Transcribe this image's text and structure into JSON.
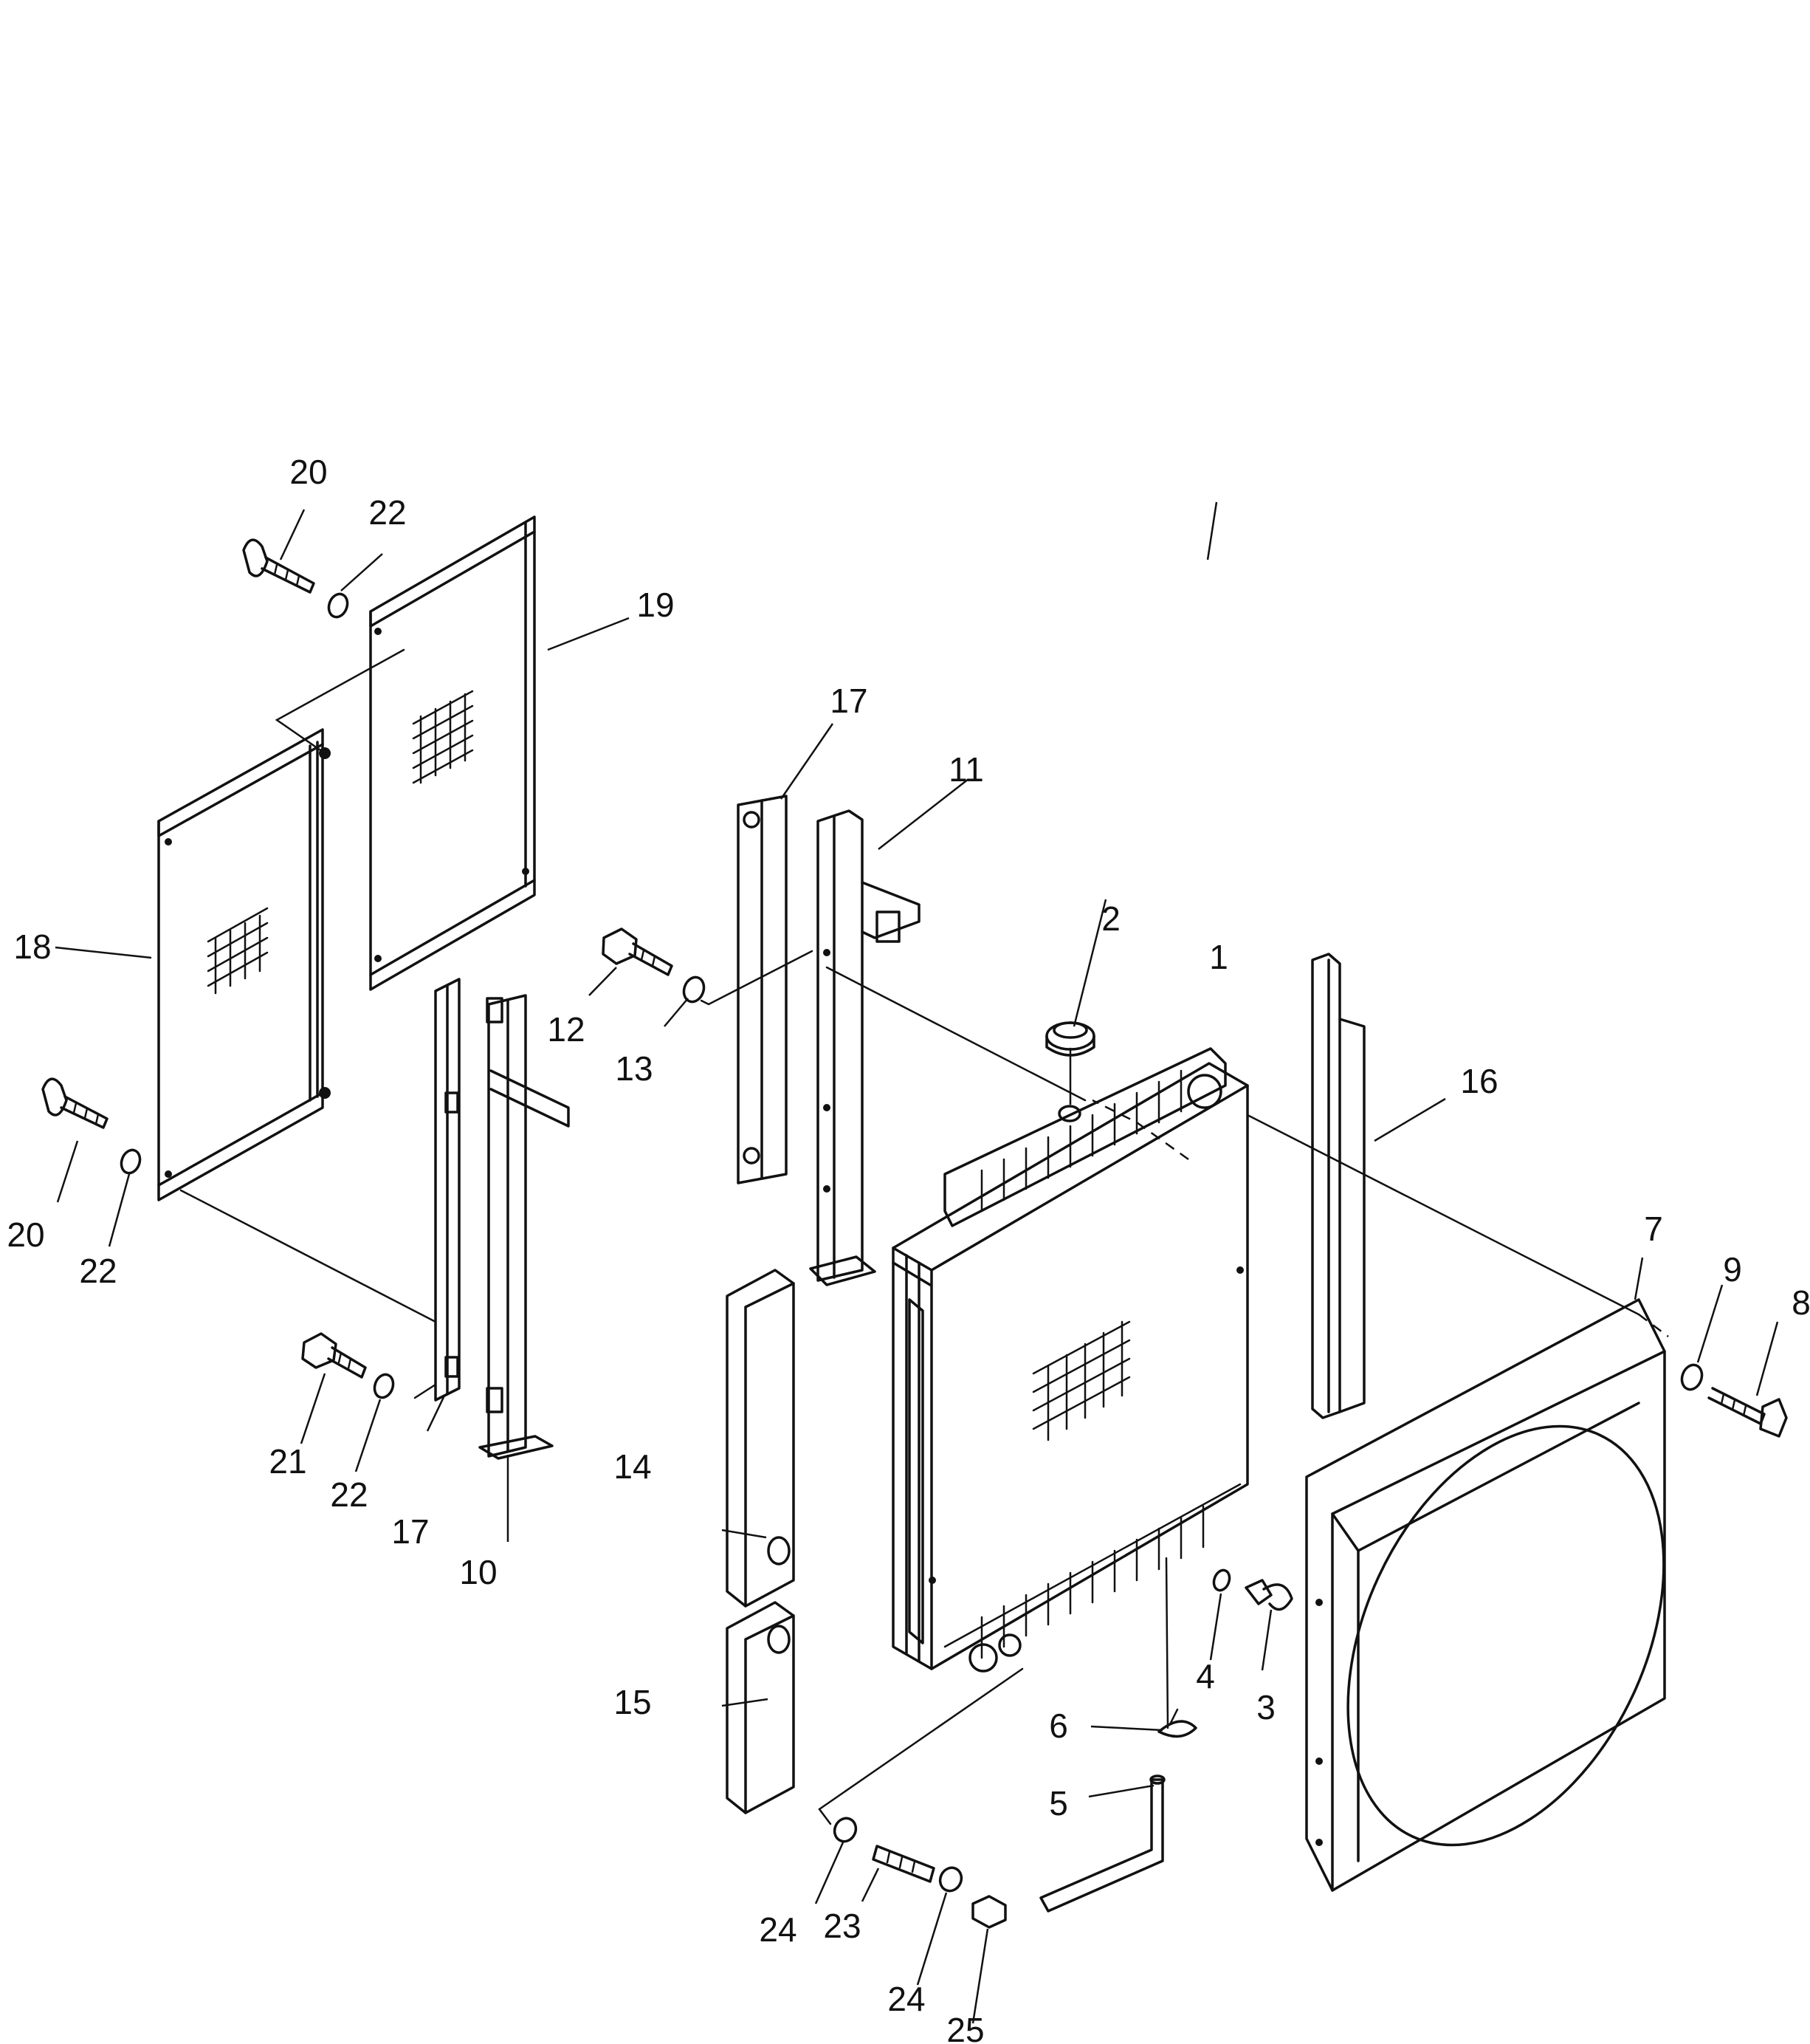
{
  "callouts": [
    {
      "id": "c1",
      "label": "1"
    },
    {
      "id": "c2",
      "label": "2"
    },
    {
      "id": "c3",
      "label": "3"
    },
    {
      "id": "c4",
      "label": "4"
    },
    {
      "id": "c5",
      "label": "5"
    },
    {
      "id": "c6",
      "label": "6"
    },
    {
      "id": "c7",
      "label": "7"
    },
    {
      "id": "c8",
      "label": "8"
    },
    {
      "id": "c9",
      "label": "9"
    },
    {
      "id": "c10",
      "label": "10"
    },
    {
      "id": "c11",
      "label": "11"
    },
    {
      "id": "c12",
      "label": "12"
    },
    {
      "id": "c13",
      "label": "13"
    },
    {
      "id": "c14",
      "label": "14"
    },
    {
      "id": "c15",
      "label": "15"
    },
    {
      "id": "c16",
      "label": "16"
    },
    {
      "id": "c17a",
      "label": "17"
    },
    {
      "id": "c17b",
      "label": "17"
    },
    {
      "id": "c18",
      "label": "18"
    },
    {
      "id": "c19",
      "label": "19"
    },
    {
      "id": "c20a",
      "label": "20"
    },
    {
      "id": "c20b",
      "label": "20"
    },
    {
      "id": "c21",
      "label": "21"
    },
    {
      "id": "c22a",
      "label": "22"
    },
    {
      "id": "c22b",
      "label": "22"
    },
    {
      "id": "c22c",
      "label": "22"
    },
    {
      "id": "c23",
      "label": "23"
    },
    {
      "id": "c24a",
      "label": "24"
    },
    {
      "id": "c24b",
      "label": "24"
    },
    {
      "id": "c25",
      "label": "25"
    }
  ]
}
